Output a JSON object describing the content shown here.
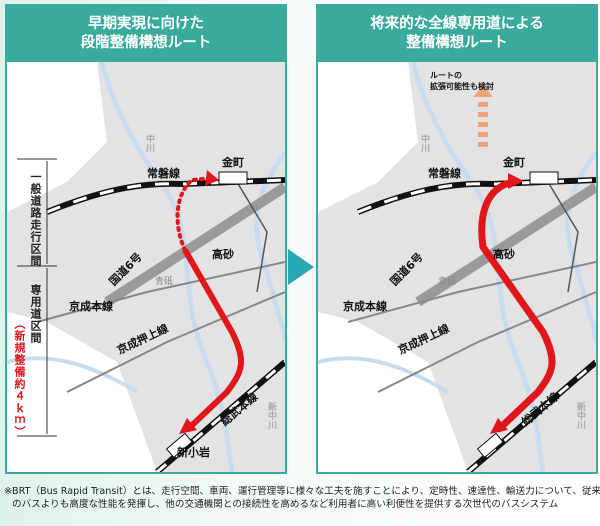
{
  "left_panel": {
    "title_line1": "早期実現に向けた",
    "title_line2": "段階整備構想ルート"
  },
  "right_panel": {
    "title_line1": "将来的な全線専用道による",
    "title_line2": "整備構想ルート",
    "extension_note_line1": "ルートの",
    "extension_note_line2": "拡張可能性も検討"
  },
  "map_labels": {
    "nakagawa": "中川",
    "joban_line": "常磐線",
    "kanamachi": "金町",
    "route6": "国道6号",
    "takasago": "高砂",
    "aoto": "青砥",
    "keisei_main": "京成本線",
    "keisei_oshiage": "京成押上線",
    "sobu_line": "総武本線",
    "shin_koiwa": "新小岩",
    "shin_nakagawa": "新中川"
  },
  "sections": {
    "general_road": "一般道路走行区間",
    "dedicated": "専用道区間",
    "dedicated_note": "（新規整備約４ｋｍ）"
  },
  "colors": {
    "header": "#3aaa9c",
    "route": "#e0161b",
    "extension_arrow": "#f0a27a",
    "arrow": "#2aa7b5"
  },
  "footnote": "※BRT（Bus Rapid Transit）とは、走行空間、車両、運行管理等に様々な工夫を施すことにより、定時性、速達性、輸送力について、従来のバスよりも高度な性能を発揮し、他の交通機関との接続性を高めるなど利用者に高い利便性を提供する次世代のバスシステム"
}
